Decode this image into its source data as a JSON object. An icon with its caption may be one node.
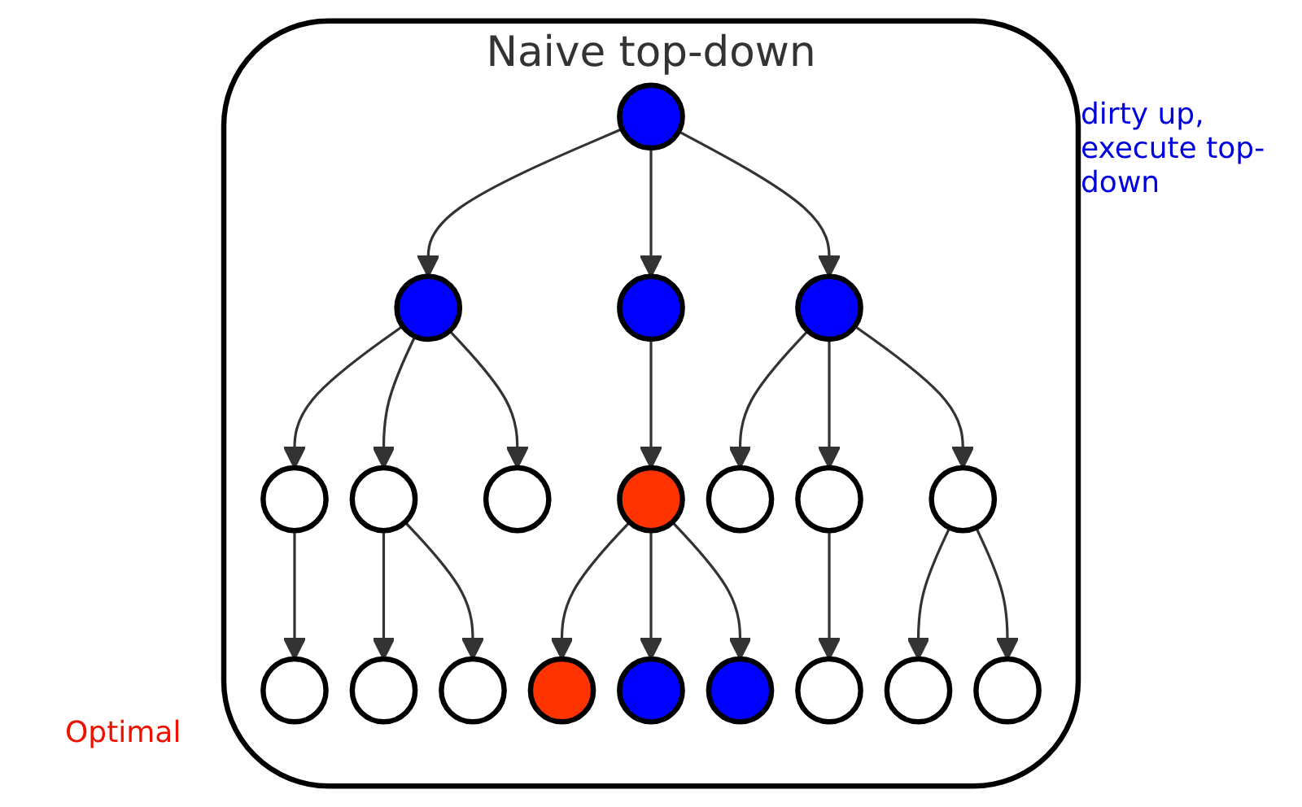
{
  "diagram": {
    "nodes": [
      {
        "text": [
          "Naive top-down"
        ]
      },
      {
        "text": [],
        "shape": "circle",
        "in": 0
      },
      {
        "text": [],
        "shape": "circle",
        "in": 0
      },
      {
        "text": [],
        "shape": "circle",
        "in": 0
      },
      {
        "text": [],
        "shape": "circle",
        "in": 0
      },
      {
        "text": [],
        "shape": "circle",
        "in": 0
      },
      {
        "text": [],
        "shape": "circle",
        "in": 0
      },
      {
        "text": [],
        "shape": "circle",
        "in": 0
      },
      {
        "text": [],
        "shape": "circle",
        "in": 0
      },
      {
        "text": [],
        "shape": "circle",
        "in": 0
      },
      {
        "text": [],
        "shape": "circle",
        "in": 0
      },
      {
        "text": [],
        "shape": "circle",
        "in": 0
      },
      {
        "text": [],
        "shape": "circle",
        "in": 0
      },
      {
        "text": [],
        "shape": "circle",
        "in": 0
      },
      {
        "text": [],
        "shape": "circle",
        "in": 0
      },
      {
        "text": [],
        "shape": "circle",
        "in": 0
      },
      {
        "text": [],
        "shape": "circle",
        "in": 0
      },
      {
        "text": [],
        "shape": "circle",
        "in": 0
      },
      {
        "text": [],
        "shape": "circle",
        "in": 0
      },
      {
        "text": [],
        "shape": "circle",
        "in": 0
      },
      {
        "text": [],
        "shape": "circle",
        "in": 0
      }
    ],
    "edges": [
      {
        "from": 1,
        "to": 2,
        "arrow": "to"
      },
      {
        "from": 1,
        "to": 3,
        "arrow": "to"
      },
      {
        "from": 1,
        "to": 4,
        "arrow": "to"
      },
      {
        "from": 2,
        "to": 5,
        "arrow": "to"
      },
      {
        "from": 2,
        "to": 6,
        "arrow": "to"
      },
      {
        "from": 2,
        "to": 7,
        "arrow": "to"
      },
      {
        "from": 3,
        "to": 8,
        "arrow": "to"
      },
      {
        "from": 4,
        "to": 9,
        "arrow": "to"
      },
      {
        "from": 4,
        "to": 10,
        "arrow": "to"
      },
      {
        "from": 4,
        "to": 11,
        "arrow": "to"
      },
      {
        "from": 5,
        "to": 12,
        "arrow": "to"
      },
      {
        "from": 6,
        "to": 13,
        "arrow": "to"
      },
      {
        "from": 6,
        "to": 14,
        "arrow": "to"
      },
      {
        "from": 8,
        "to": 15,
        "arrow": "to"
      },
      {
        "from": 8,
        "to": 16,
        "arrow": "to"
      },
      {
        "from": 8,
        "to": 17,
        "arrow": "to"
      },
      {
        "from": 10,
        "to": 18,
        "arrow": "to"
      },
      {
        "from": 11,
        "to": 19,
        "arrow": "to"
      },
      {
        "from": 11,
        "to": 20,
        "arrow": "to"
      }
    ],
    "labels": [
      "dirty up, execute top-down",
      "Optimal"
    ]
  }
}
